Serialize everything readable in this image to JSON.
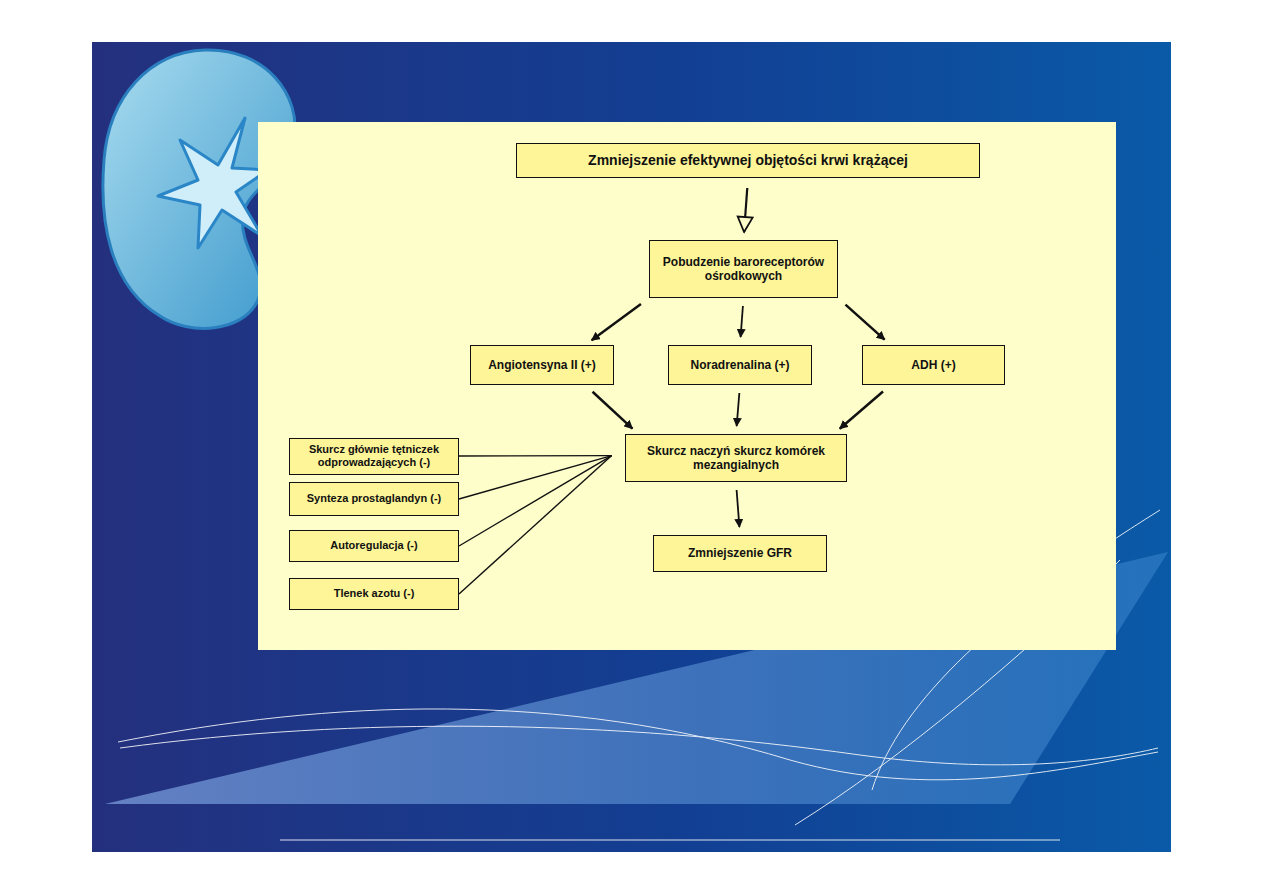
{
  "diagram": {
    "nodes": [
      {
        "text": [
          "Zmniejszenie efektywnej objętości krwi krążącej"
        ]
      },
      {
        "text": [
          "Pobudzenie baroreceptorów ośrodkowych"
        ]
      },
      {
        "text": [
          "Angiotensyna II (+)"
        ]
      },
      {
        "text": [
          "Noradrenalina (+)"
        ]
      },
      {
        "text": [
          "ADH (+)"
        ]
      },
      {
        "text": [
          "Skurcz naczyń skurcz komórek mezangialnych"
        ]
      },
      {
        "text": [
          "Zmniejszenie GFR"
        ]
      },
      {
        "text": [
          "Skurcz głównie tętniczek odprowadzających (-)"
        ]
      },
      {
        "text": [
          "Synteza prostaglandyn (-)"
        ]
      },
      {
        "text": [
          "Autoregulacja (-)"
        ]
      },
      {
        "text": [
          "Tlenek azotu (-)"
        ]
      }
    ],
    "edges": [
      {
        "from": 0,
        "to": 1,
        "arrow": "to"
      },
      {
        "from": 1,
        "to": 2,
        "arrow": "to"
      },
      {
        "from": 1,
        "to": 3,
        "arrow": "to"
      },
      {
        "from": 1,
        "to": 4,
        "arrow": "to"
      },
      {
        "from": 2,
        "to": 5,
        "arrow": "to"
      },
      {
        "from": 3,
        "to": 5,
        "arrow": "to"
      },
      {
        "from": 4,
        "to": 5,
        "arrow": "to"
      },
      {
        "from": 5,
        "to": 6,
        "arrow": "to"
      },
      {
        "from": 7,
        "to": 5,
        "arrow": "none"
      },
      {
        "from": 8,
        "to": 5,
        "arrow": "none"
      },
      {
        "from": 9,
        "to": 5,
        "arrow": "none"
      },
      {
        "from": 10,
        "to": 5,
        "arrow": "none"
      }
    ]
  }
}
